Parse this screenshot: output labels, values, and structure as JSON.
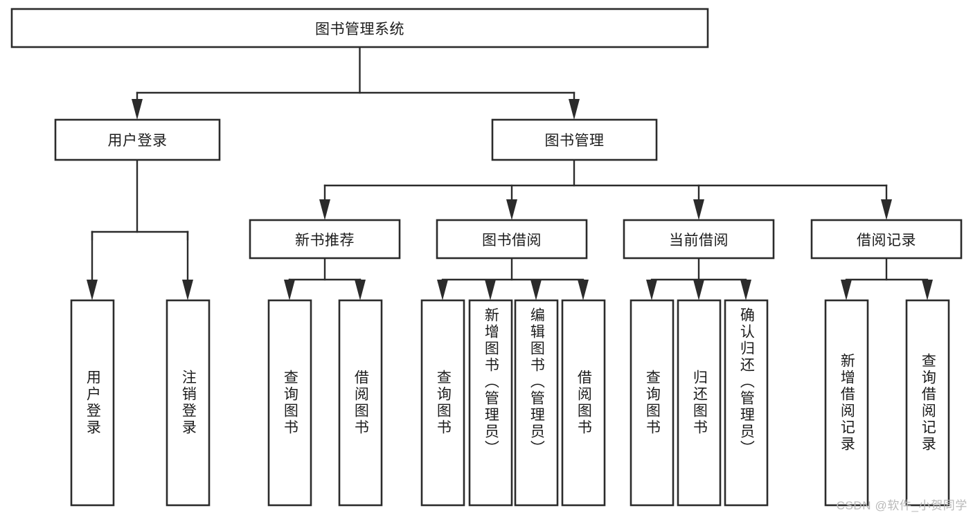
{
  "diagram": {
    "type": "tree-hierarchy",
    "title": "图书管理系统",
    "watermark": "CSDN @软件_小贺同学",
    "colors": {
      "stroke": "#2b2b2b",
      "box_fill": "#ffffff",
      "text": "#1c1c1c",
      "background": "#ffffff",
      "watermark": "#b9b9b9"
    },
    "levels": {
      "root": {
        "label": "图书管理系统",
        "orientation": "horizontal"
      },
      "level2": [
        {
          "id": "user-login",
          "label": "用户登录",
          "orientation": "horizontal"
        },
        {
          "id": "book-manage",
          "label": "图书管理",
          "orientation": "horizontal"
        }
      ],
      "level3": [
        {
          "id": "new-book-rec",
          "label": "新书推荐",
          "orientation": "horizontal",
          "parent": "book-manage"
        },
        {
          "id": "book-borrow",
          "label": "图书借阅",
          "orientation": "horizontal",
          "parent": "book-manage"
        },
        {
          "id": "current-borrow",
          "label": "当前借阅",
          "orientation": "horizontal",
          "parent": "book-manage"
        },
        {
          "id": "borrow-record",
          "label": "借阅记录",
          "orientation": "horizontal",
          "parent": "book-manage"
        }
      ],
      "leaves": [
        {
          "id": "leaf-user-login",
          "label": "用户登录",
          "parent": "user-login",
          "orientation": "vertical"
        },
        {
          "id": "leaf-logout",
          "label": "注销登录",
          "parent": "user-login",
          "orientation": "vertical"
        },
        {
          "id": "leaf-query-book-1",
          "label": "查询图书",
          "parent": "new-book-rec",
          "orientation": "vertical"
        },
        {
          "id": "leaf-borrow-book-1",
          "label": "借阅图书",
          "parent": "new-book-rec",
          "orientation": "vertical"
        },
        {
          "id": "leaf-query-book-2",
          "label": "查询图书",
          "parent": "book-borrow",
          "orientation": "vertical"
        },
        {
          "id": "leaf-add-book",
          "label": "新增图书（管理员）",
          "parent": "book-borrow",
          "orientation": "vertical"
        },
        {
          "id": "leaf-edit-book",
          "label": "编辑图书（管理员）",
          "parent": "book-borrow",
          "orientation": "vertical"
        },
        {
          "id": "leaf-borrow-book-2",
          "label": "借阅图书",
          "parent": "book-borrow",
          "orientation": "vertical"
        },
        {
          "id": "leaf-query-book-3",
          "label": "查询图书",
          "parent": "current-borrow",
          "orientation": "vertical"
        },
        {
          "id": "leaf-return-book",
          "label": "归还图书",
          "parent": "current-borrow",
          "orientation": "vertical"
        },
        {
          "id": "leaf-confirm-return",
          "label": "确认归还（管理员）",
          "parent": "current-borrow",
          "orientation": "vertical"
        },
        {
          "id": "leaf-add-record",
          "label": "新增借阅记录",
          "parent": "borrow-record",
          "orientation": "vertical"
        },
        {
          "id": "leaf-query-record",
          "label": "查询借阅记录",
          "parent": "borrow-record",
          "orientation": "vertical"
        }
      ]
    }
  }
}
